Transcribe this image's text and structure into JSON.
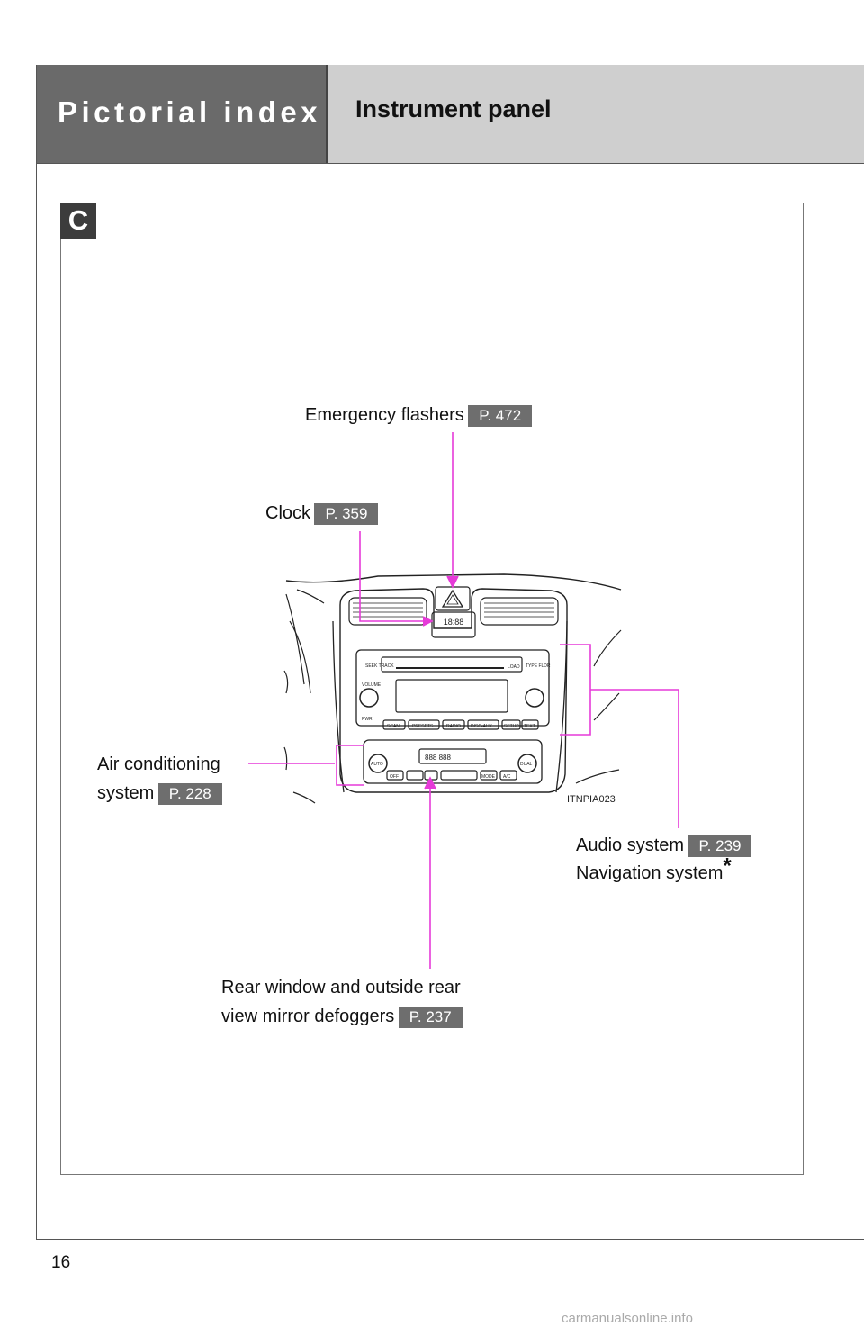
{
  "header": {
    "section_title": "Pictorial index",
    "page_heading": "Instrument panel"
  },
  "section_badge": "C",
  "callouts": {
    "emergency": {
      "label": "Emergency flashers",
      "ref": "P. 472"
    },
    "clock": {
      "label": "Clock",
      "ref": "P. 359"
    },
    "air_conditioning": {
      "line1": "Air conditioning",
      "line2": "system",
      "ref": "P. 228"
    },
    "audio": {
      "line1": "Audio system",
      "line2": "Navigation system",
      "asterisk": "*",
      "ref": "P. 239"
    },
    "defoggers": {
      "line1": "Rear window and outside rear",
      "line2": "view mirror defoggers",
      "ref": "P. 237"
    }
  },
  "figure_code": "ITNPIA023",
  "panel_labels": {
    "clock_display": "18:88",
    "seek_track": "SEEK TRACK",
    "type_fldr": "TYPE FLDR",
    "load": "LOAD",
    "volume": "VOLUME",
    "power": "PWR",
    "scan": "SCAN",
    "presets": "PRESETS",
    "radio": "RADIO",
    "disc_aux": "DISC-AUX",
    "setup": "SETUP",
    "text": "TEXT",
    "auto": "AUTO",
    "dual": "DUAL",
    "off": "OFF",
    "mode": "MODE",
    "ac": "A/C",
    "climate_display": "888 888"
  },
  "colors": {
    "header_dark": "#6a6a6a",
    "header_light": "#cfcfcf",
    "leader_line": "#e63ad8",
    "ref_tag": "#6e6e6e"
  },
  "page_number": "16",
  "watermark": "carmanualsonline.info"
}
